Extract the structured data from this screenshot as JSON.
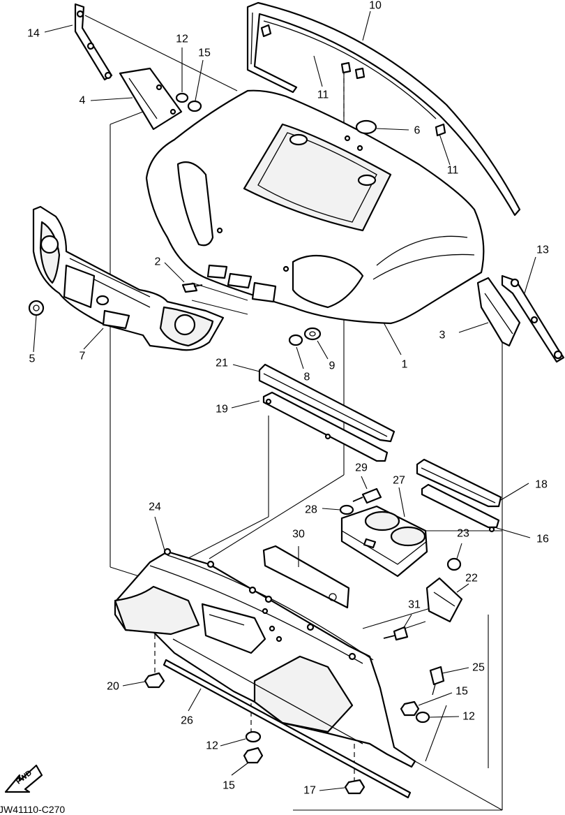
{
  "diagram_code": "JW41110-C270",
  "direction_label": "FWD",
  "callouts": [
    {
      "id": "c1",
      "text": "1"
    },
    {
      "id": "c2",
      "text": "2"
    },
    {
      "id": "c3",
      "text": "3"
    },
    {
      "id": "c4",
      "text": "4"
    },
    {
      "id": "c5",
      "text": "5"
    },
    {
      "id": "c6",
      "text": "6"
    },
    {
      "id": "c7",
      "text": "7"
    },
    {
      "id": "c8",
      "text": "8"
    },
    {
      "id": "c9",
      "text": "9"
    },
    {
      "id": "c10",
      "text": "10"
    },
    {
      "id": "c11a",
      "text": "11"
    },
    {
      "id": "c11b",
      "text": "11"
    },
    {
      "id": "c12a",
      "text": "12"
    },
    {
      "id": "c12b",
      "text": "12"
    },
    {
      "id": "c12c",
      "text": "12"
    },
    {
      "id": "c13",
      "text": "13"
    },
    {
      "id": "c14",
      "text": "14"
    },
    {
      "id": "c15a",
      "text": "15"
    },
    {
      "id": "c15b",
      "text": "15"
    },
    {
      "id": "c15c",
      "text": "15"
    },
    {
      "id": "c16",
      "text": "16"
    },
    {
      "id": "c17",
      "text": "17"
    },
    {
      "id": "c18",
      "text": "18"
    },
    {
      "id": "c19",
      "text": "19"
    },
    {
      "id": "c20",
      "text": "20"
    },
    {
      "id": "c21",
      "text": "21"
    },
    {
      "id": "c22",
      "text": "22"
    },
    {
      "id": "c23",
      "text": "23"
    },
    {
      "id": "c24",
      "text": "24"
    },
    {
      "id": "c25",
      "text": "25"
    },
    {
      "id": "c26",
      "text": "26"
    },
    {
      "id": "c27",
      "text": "27"
    },
    {
      "id": "c28",
      "text": "28"
    },
    {
      "id": "c29",
      "text": "29"
    },
    {
      "id": "c30",
      "text": "30"
    },
    {
      "id": "c31",
      "text": "31"
    }
  ]
}
